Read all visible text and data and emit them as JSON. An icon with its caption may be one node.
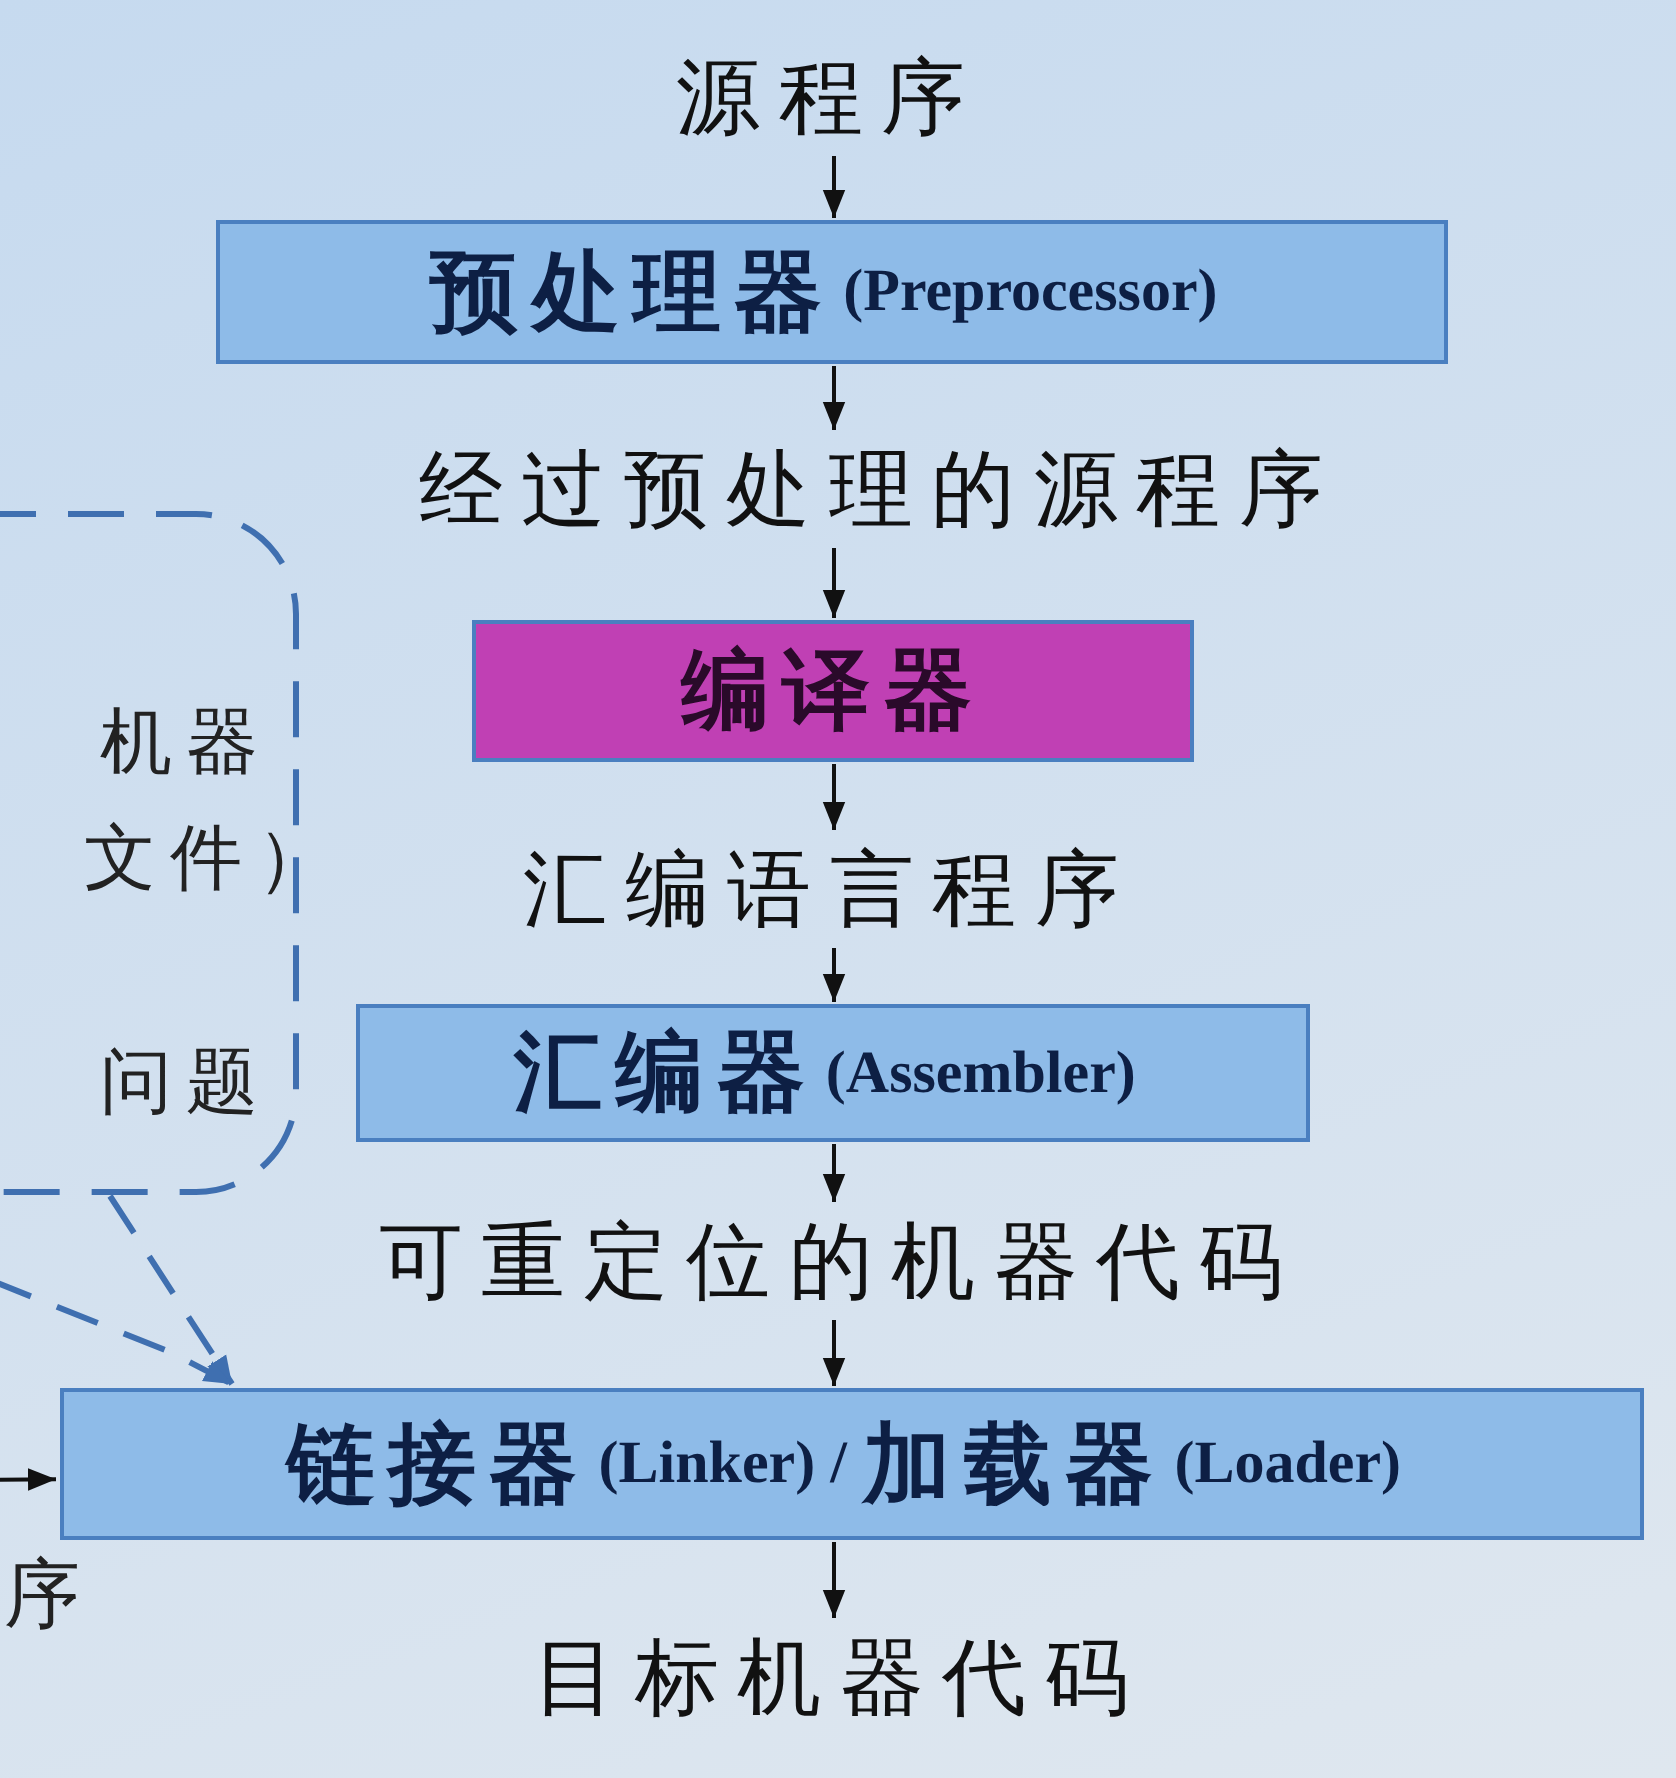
{
  "diagram": {
    "nodes": [
      {
        "text": [
          "源程序"
        ]
      },
      {
        "text": [
          "预处理器",
          "(Preprocessor)"
        ]
      },
      {
        "text": [
          "经过预处理的源程序"
        ]
      },
      {
        "text": [
          "编译器"
        ]
      },
      {
        "text": [
          "汇编语言程序"
        ]
      },
      {
        "text": [
          "汇编器",
          "(Assembler)"
        ]
      },
      {
        "text": [
          "可重定位的机器代码"
        ]
      },
      {
        "text": [
          "链接器",
          "(Linker) /",
          "加载器",
          "(Loader)"
        ]
      },
      {
        "text": [
          "目标机器代码"
        ]
      },
      {
        "text": [
          "机器",
          "文件）",
          "问题"
        ]
      }
    ],
    "edges": [
      {
        "from": 0,
        "to": 1,
        "arrow": "to"
      },
      {
        "from": 1,
        "to": 2,
        "arrow": "to"
      },
      {
        "from": 2,
        "to": 3,
        "arrow": "to"
      },
      {
        "from": 3,
        "to": 4,
        "arrow": "to"
      },
      {
        "from": 4,
        "to": 5,
        "arrow": "to"
      },
      {
        "from": 5,
        "to": 6,
        "arrow": "to"
      },
      {
        "from": 6,
        "to": 7,
        "arrow": "to"
      },
      {
        "from": 7,
        "to": 8,
        "arrow": "to"
      },
      {
        "from": 9,
        "to": 7,
        "arrow": "to",
        "style": "dashed",
        "color": "#3f6fb0"
      },
      {
        "from": null,
        "to": 7,
        "arrow": "to",
        "style": "dashed",
        "color": "#3f6fb0"
      },
      {
        "from": null,
        "to": 7,
        "arrow": "to"
      }
    ],
    "labels": [
      "序"
    ]
  }
}
